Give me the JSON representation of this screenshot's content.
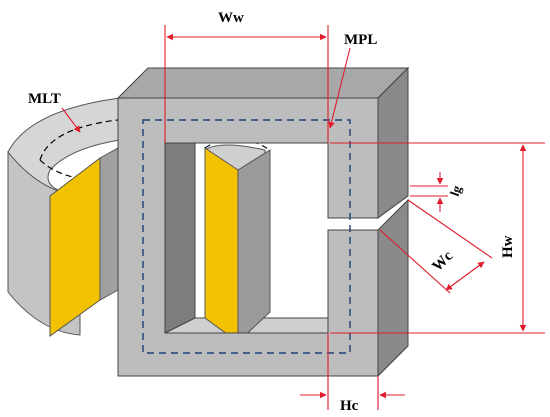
{
  "labels": {
    "ww": "Ww",
    "mpl": "MPL",
    "mlt": "MLT",
    "lg": "lg",
    "wc": "Wc",
    "hw": "Hw",
    "hc": "Hc"
  },
  "colors": {
    "core_front": "#bdbdbd",
    "core_top": "#a8a8a8",
    "core_side": "#8e8e8e",
    "coil_light": "#c8c8c8",
    "coil_dark": "#9a9a9a",
    "winding": "#f2c200",
    "dimension_line": "#e01b2b",
    "magnetic_path": "#1f3f7a"
  }
}
